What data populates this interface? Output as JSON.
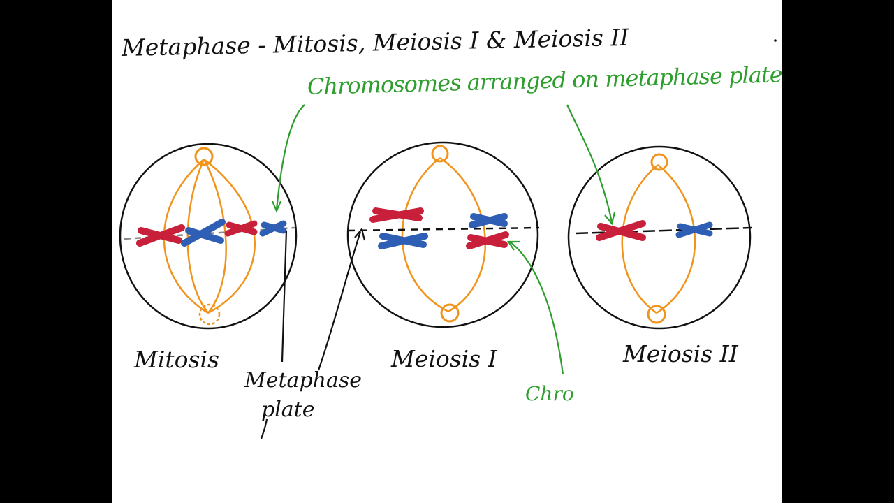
{
  "title": "Metaphase - Mitosis, Meiosis I & Meiosis II",
  "annotation_top": "Chromosomes arranged on metaphase plate",
  "labels": {
    "mitosis": "Mitosis",
    "meiosis_1": "Meiosis I",
    "meiosis_2": "Meiosis II",
    "metaphase_plate_line1": "Metaphase",
    "metaphase_plate_line2": "plate",
    "chromosome_partial": "Chro"
  },
  "colors": {
    "ink": "#111111",
    "annotation": "#2e9e2e",
    "spindle": "#f0941c",
    "chromosome_red": "#c8203a",
    "chromosome_blue": "#2f5fb5"
  }
}
